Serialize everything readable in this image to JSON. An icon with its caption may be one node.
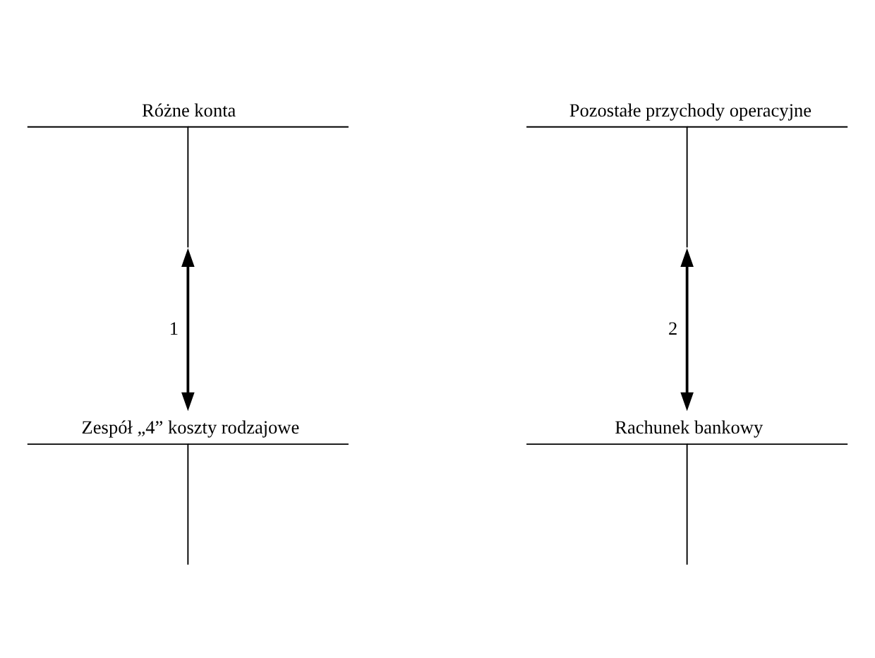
{
  "diagram": {
    "nodes": [
      {
        "text": [
          "Różne konta"
        ]
      },
      {
        "text": [
          "Zespół „4” koszty rodzajowe"
        ]
      },
      {
        "text": [
          "Pozostałe przychody operacyjne"
        ]
      },
      {
        "text": [
          "Rachunek bankowy"
        ]
      }
    ],
    "edges": [
      {
        "from": 0,
        "to": 1,
        "arrow": "both",
        "label": "1"
      },
      {
        "from": 2,
        "to": 3,
        "arrow": "both",
        "label": "2"
      }
    ]
  }
}
